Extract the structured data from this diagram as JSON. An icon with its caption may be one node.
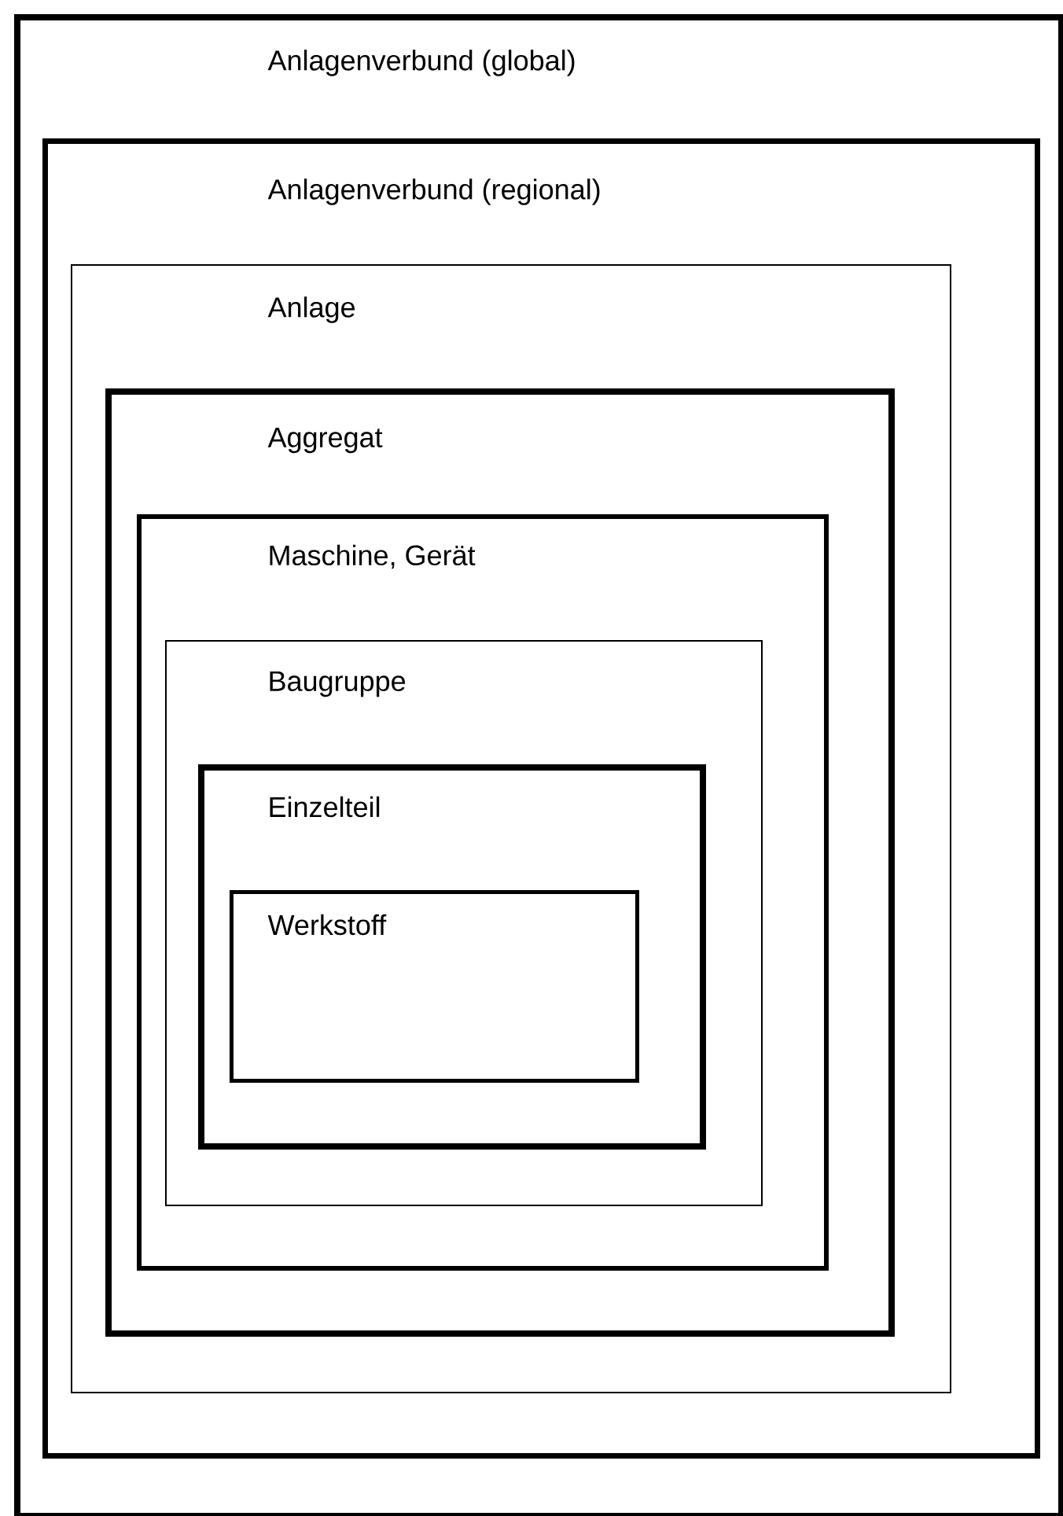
{
  "diagram": {
    "nodes": [
      {
        "text": [
          "Anlagenverbund (global)"
        ]
      },
      {
        "text": [
          "Anlagenverbund (regional)"
        ],
        "in": 0
      },
      {
        "text": [
          "Anlage"
        ],
        "in": 1
      },
      {
        "text": [
          "Aggregat"
        ],
        "in": 2
      },
      {
        "text": [
          "Maschine, Gerät"
        ],
        "in": 3
      },
      {
        "text": [
          "Baugruppe"
        ],
        "in": 4
      },
      {
        "text": [
          "Einzelteil"
        ],
        "in": 5
      },
      {
        "text": [
          "Werkstoff"
        ],
        "in": 6
      }
    ]
  }
}
